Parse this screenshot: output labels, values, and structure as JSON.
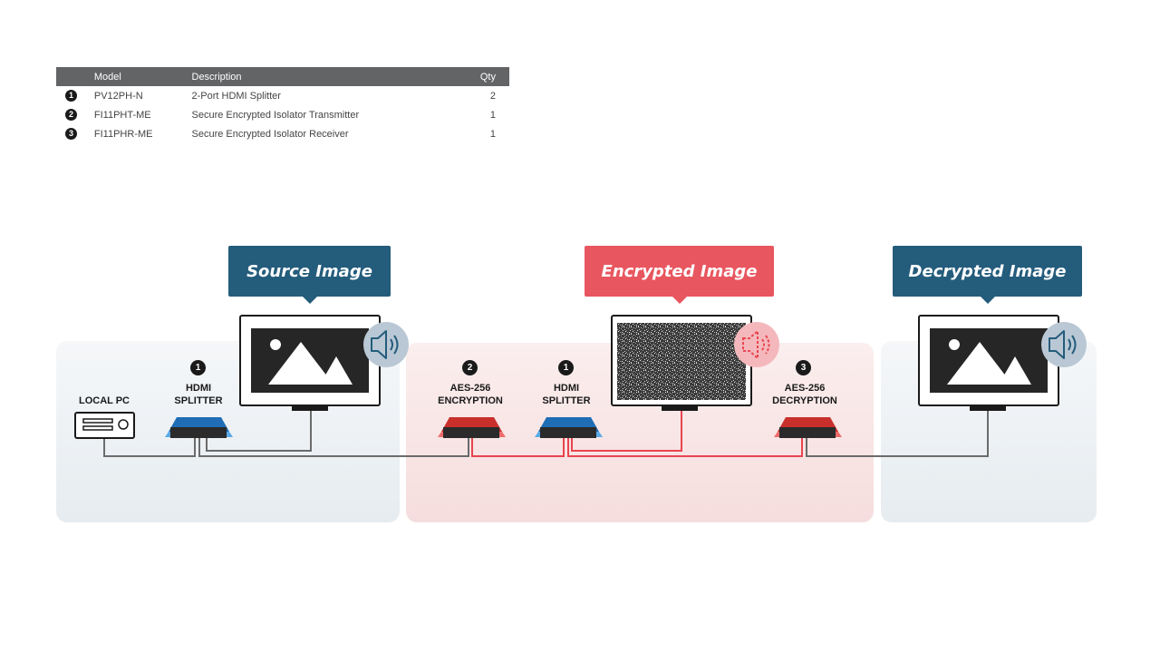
{
  "table": {
    "headers": {
      "model": "Model",
      "description": "Description",
      "qty": "Qty"
    },
    "rows": [
      {
        "num": "1",
        "model": "PV12PH-N",
        "description": "2-Port HDMI Splitter",
        "qty": "2"
      },
      {
        "num": "2",
        "model": "FI11PHT-ME",
        "description": "Secure Encrypted Isolator Transmitter",
        "qty": "1"
      },
      {
        "num": "3",
        "model": "FI11PHR-ME",
        "description": "Secure Encrypted Isolator Receiver",
        "qty": "1"
      }
    ]
  },
  "callouts": {
    "source": "Source Image",
    "encrypted": "Encrypted Image",
    "decrypted": "Decrypted Image"
  },
  "devices": {
    "local_pc": "LOCAL PC",
    "splitter1": {
      "badge": "1",
      "line1": "HDMI",
      "line2": "SPLITTER"
    },
    "encryption": {
      "badge": "2",
      "line1": "AES-256",
      "line2": "ENCRYPTION"
    },
    "splitter2": {
      "badge": "1",
      "line1": "HDMI",
      "line2": "SPLITTER"
    },
    "decryption": {
      "badge": "3",
      "line1": "AES-256",
      "line2": "DECRYPTION"
    }
  },
  "colors": {
    "blue_callout": "#245c7c",
    "red_callout": "#e8565f",
    "splitter_blue": "#1f6db5",
    "encryptor_red": "#c9302c",
    "wire_grey": "#6b6b6b",
    "wire_red": "#e8454f"
  }
}
